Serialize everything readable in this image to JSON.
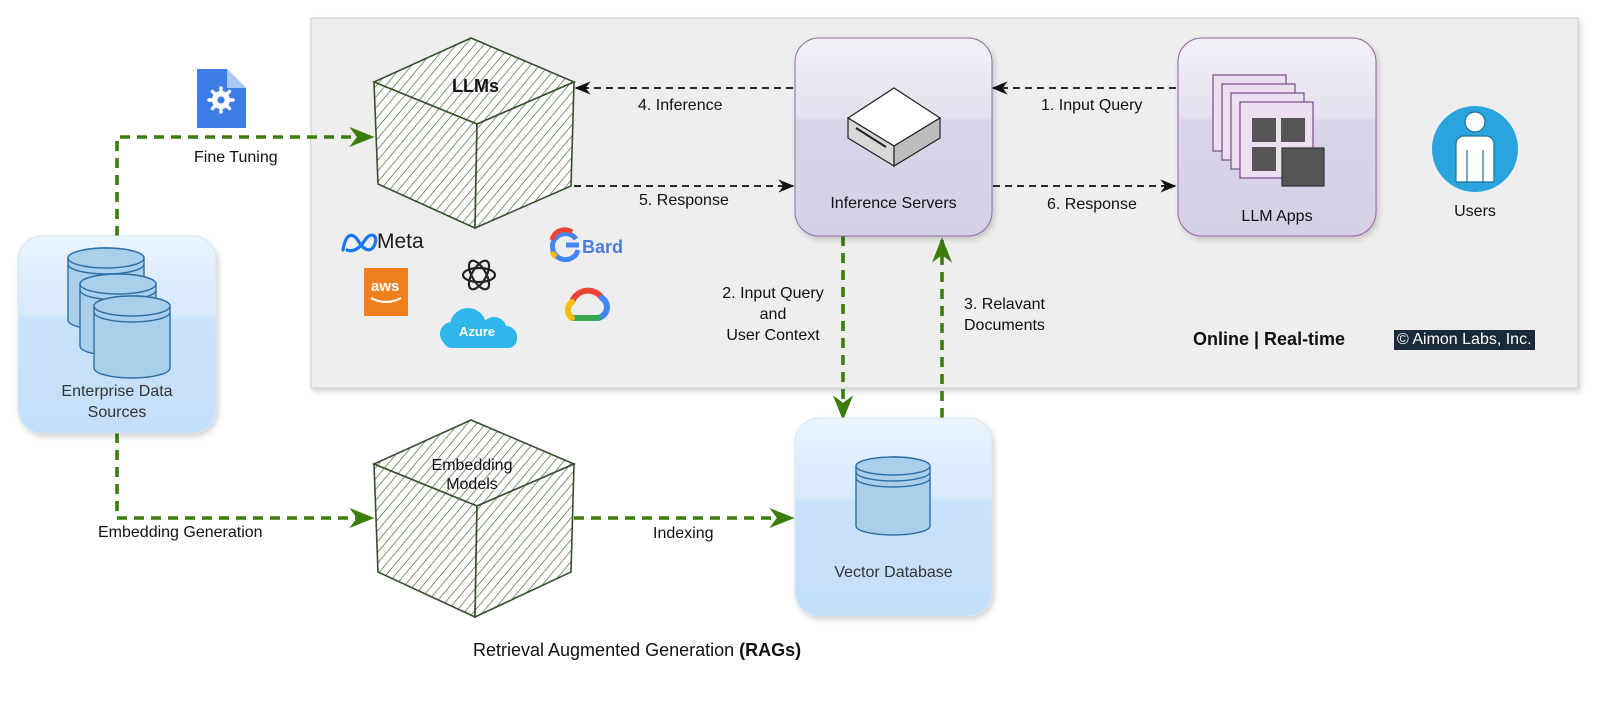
{
  "nodes": {
    "llms": "LLMs",
    "inference_servers": "Inference Servers",
    "llm_apps": "LLM Apps",
    "users": "Users",
    "enterprise_data_sources": [
      "Enterprise Data",
      "Sources"
    ],
    "embedding_models": [
      "Embedding",
      "Models"
    ],
    "vector_database": "Vector Database"
  },
  "edges": {
    "fine_tuning": "Fine Tuning",
    "inference": "4. Inference",
    "response_5": "5. Response",
    "input_query_1": "1. Input Query",
    "response_6": "6. Response",
    "input_query_2": [
      "2. Input Query",
      "and",
      "User Context"
    ],
    "relevant_docs_3": [
      "3. Relavant",
      "Documents"
    ],
    "embedding_generation": "Embedding Generation",
    "indexing": "Indexing"
  },
  "providers": {
    "meta": "Meta",
    "aws": "aws",
    "azure": "Azure",
    "bard": "Bard"
  },
  "region_label": "Online | Real-time",
  "credit": "© Aimon Labs, Inc.",
  "caption": {
    "text": "Retrieval Augmented Generation ",
    "bold": "(RAGs)"
  },
  "colors": {
    "online_panel": "#eeeeee",
    "green_arrow": "#3a7d0a",
    "blue_box": "#cfe5fb",
    "purple_box": "#e0dcec",
    "cube_stroke": "#33502b",
    "users_icon": "#2aa4dc"
  }
}
